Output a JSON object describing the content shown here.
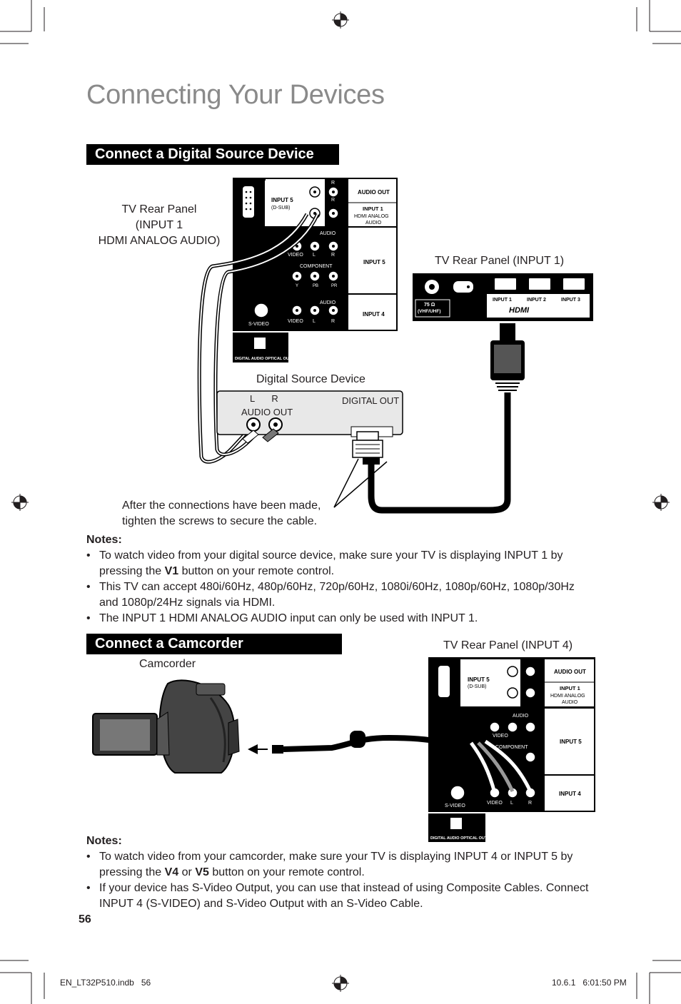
{
  "page": {
    "title": "Connecting Your Devices",
    "page_number": "56"
  },
  "section1": {
    "heading": "Connect a Digital Source Device",
    "rear_panel_label_lines": [
      "TV Rear Panel",
      "(INPUT 1",
      "HDMI ANALOG AUDIO)"
    ],
    "rear_panel_hdmi_label": "TV Rear Panel (INPUT 1)",
    "device_label": "Digital Source Device",
    "device_audio_lr": [
      "L",
      "R"
    ],
    "device_audio_out": "AUDIO OUT",
    "device_digital_out": "DIGITAL OUT",
    "screw_note_lines": [
      "After the connections have been made,",
      "tighten the screws to secure the cable."
    ],
    "notes_heading": "Notes:",
    "notes": [
      {
        "pre": "To watch video from your digital source device, make sure your TV is displaying INPUT 1 by pressing the ",
        "b1": "V1",
        "mid": " button on your remote control.",
        "b2": "",
        "post": ""
      },
      {
        "pre": "This TV can accept 480i/60Hz, 480p/60Hz, 720p/60Hz, 1080i/60Hz, 1080p/60Hz, 1080p/30Hz and 1080p/24Hz signals via HDMI.",
        "b1": "",
        "mid": "",
        "b2": "",
        "post": ""
      },
      {
        "pre": "The INPUT 1 HDMI ANALOG AUDIO input can only be used with INPUT 1.",
        "b1": "",
        "mid": "",
        "b2": "",
        "post": ""
      }
    ]
  },
  "section2": {
    "heading": "Connect a Camcorder",
    "camcorder_label": "Camcorder",
    "rear_panel_label": "TV Rear Panel (INPUT 4)",
    "notes_heading": "Notes:",
    "notes": [
      {
        "pre": "To watch video from your camcorder, make sure your TV is displaying INPUT 4 or INPUT 5 by pressing the ",
        "b1": "V4",
        "mid": " or ",
        "b2": "V5",
        "post": " button on your remote control."
      },
      {
        "pre": "If your device has S-Video Output, you can use that instead of using Composite Cables. Connect INPUT 4 (S-VIDEO) and S-Video Output with an S-Video Cable.",
        "b1": "",
        "mid": "",
        "b2": "",
        "post": ""
      }
    ]
  },
  "panel": {
    "input5": "INPUT 5",
    "dsub": "(D-SUB)",
    "audio_out": "AUDIO OUT",
    "input1": "INPUT 1",
    "hdmi_analog": "HDMI ANALOG",
    "audio": "AUDIO",
    "input5b": "INPUT 5",
    "input4": "INPUT 4",
    "video": "VIDEO",
    "component": "COMPONENT",
    "y": "Y",
    "pb": "PB",
    "pr": "PR",
    "l": "L",
    "r": "R",
    "svideo": "S-VIDEO",
    "optical": "DIGITAL AUDIO OPTICAL OUT"
  },
  "hdmi_panel": {
    "ohm": "75 Ω",
    "vhf": "(VHF/UHF)",
    "in1": "INPUT 1",
    "in2": "INPUT 2",
    "in3": "INPUT 3",
    "logo": "HDMI"
  },
  "footer": {
    "file": "EN_LT32P510.indb   56",
    "timestamp": "10.6.1   6:01:50 PM"
  }
}
